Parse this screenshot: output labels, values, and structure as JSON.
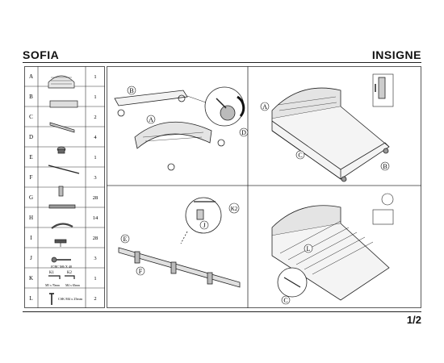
{
  "header": {
    "left_title": "SOFIA",
    "right_title": "INSIGNE"
  },
  "footer": {
    "page": "1/2"
  },
  "parts": [
    {
      "letter": "A",
      "qty": "1",
      "icon": "headboard-icon"
    },
    {
      "letter": "B",
      "qty": "1",
      "icon": "slat-support-icon"
    },
    {
      "letter": "C",
      "qty": "2",
      "icon": "side-rail-icon"
    },
    {
      "letter": "D",
      "qty": "4",
      "icon": "foot-icon"
    },
    {
      "letter": "E",
      "qty": "1",
      "icon": "center-bar-icon"
    },
    {
      "letter": "F",
      "qty": "3",
      "icon": "leg-icon"
    },
    {
      "letter": "G",
      "qty": "28",
      "icon": "slat-icon"
    },
    {
      "letter": "H",
      "qty": "14",
      "icon": "slat-holder-icon"
    },
    {
      "letter": "I",
      "qty": "28",
      "icon": "slat-cap-icon"
    },
    {
      "letter": "J",
      "qty": "3",
      "icon": "bolt-icon",
      "caption": "JCBC M6 X 40"
    },
    {
      "letter": "K",
      "qty": "1",
      "icon": "allen-key-icon",
      "sub_labels": [
        "K1",
        "K2"
      ],
      "captions": [
        "M5 x 70mm",
        "M4 x 65mm"
      ]
    },
    {
      "letter": "L",
      "qty": "2",
      "icon": "screw-icon",
      "caption": "CSK M4 x 25mm"
    }
  ],
  "callouts": {
    "p1": [
      "B",
      "A",
      "D"
    ],
    "p2": [
      "A",
      "C",
      "B"
    ],
    "p3": [
      "E",
      "F",
      "J",
      "K2"
    ],
    "p4": [
      "L",
      "C"
    ]
  }
}
